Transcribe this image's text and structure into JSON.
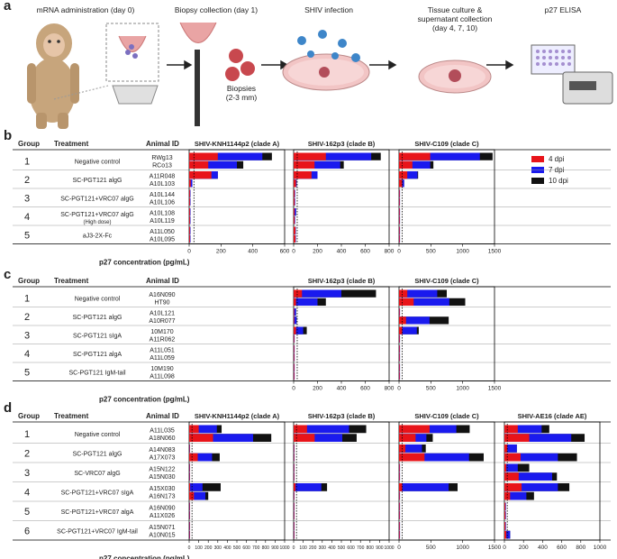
{
  "panel_a": {
    "label": "a",
    "steps": [
      "mRNA administration (day 0)",
      "Biopsy collection (day 1)",
      "SHIV infection",
      "Tissue culture &\nsupernatant collection\n(day 4, 7, 10)",
      "p27 ELISA"
    ],
    "biopsy_note": "Biopsies\n(2-3 mm)"
  },
  "headers": {
    "group": "Group",
    "treatment": "Treatment",
    "animal": "Animal ID"
  },
  "xlabel": "p27 concentration (pg/mL)",
  "legend": [
    {
      "label": "4 dpi",
      "color": "#e8141a"
    },
    {
      "label": "7 dpi",
      "color": "#1a1aee"
    },
    {
      "label": "10 dpi",
      "color": "#111111"
    }
  ],
  "panel_b": {
    "label": "b",
    "rows": [
      {
        "group": "1",
        "treatment": "Negative control",
        "animals": [
          "RWg13",
          "RCo13"
        ]
      },
      {
        "group": "2",
        "treatment": "SC-PGT121 algG",
        "animals": [
          "A11R048",
          "A10L103"
        ]
      },
      {
        "group": "3",
        "treatment": "SC-PGT121+VRC07 algG",
        "animals": [
          "A10L144",
          "A10L106"
        ]
      },
      {
        "group": "4",
        "treatment": "SC-PGT121+VRC07 algG",
        "subtext": "(High dose)",
        "animals": [
          "A10L108",
          "A10L119"
        ]
      },
      {
        "group": "5",
        "treatment": "aJ3-2X-Fc",
        "animals": [
          "A11L050",
          "A10L095"
        ]
      }
    ]
  },
  "panel_c": {
    "label": "c",
    "rows": [
      {
        "group": "1",
        "treatment": "Negative control",
        "animals": [
          "A16N090",
          "HT90"
        ]
      },
      {
        "group": "2",
        "treatment": "SC-PGT121 algG",
        "animals": [
          "A10L121",
          "A10R077"
        ]
      },
      {
        "group": "3",
        "treatment": "SC-PGT121 sIgA",
        "animals": [
          "10M170",
          "A11R062"
        ]
      },
      {
        "group": "4",
        "treatment": "SC-PGT121 algA",
        "animals": [
          "A11L051",
          "A11L059"
        ]
      },
      {
        "group": "5",
        "treatment": "SC-PGT121 IgM-tail",
        "animals": [
          "10M190",
          "A11L098"
        ]
      }
    ]
  },
  "panel_d": {
    "label": "d",
    "rows": [
      {
        "group": "1",
        "treatment": "Negative control",
        "animals": [
          "A11L035",
          "A18N060"
        ]
      },
      {
        "group": "2",
        "treatment": "SC-PGT121 algG",
        "animals": [
          "A14N083",
          "A17X073"
        ]
      },
      {
        "group": "3",
        "treatment": "SC-VRC07 algG",
        "animals": [
          "A15N122",
          "A15N030"
        ]
      },
      {
        "group": "4",
        "treatment": "SC-PGT121+VRC07 sIgA",
        "animals": [
          "A15X030",
          "A16N173"
        ]
      },
      {
        "group": "5",
        "treatment": "SC-PGT121+VRC07 algA",
        "animals": [
          "A16N090",
          "A11X026"
        ]
      },
      {
        "group": "6",
        "treatment": "SC-PGT121+VRC07 IgM-tail",
        "animals": [
          "A15N071",
          "A10N015"
        ]
      }
    ]
  },
  "chart_data": [
    {
      "type": "bar",
      "panel": "b",
      "title": "SHIV-KNH1144p2 (clade A)",
      "xlim": [
        0,
        600
      ],
      "ticks": [
        0,
        200,
        400,
        600
      ],
      "threshold": 30,
      "rows": [
        [
          180,
          460,
          520
        ],
        [
          120,
          300,
          340
        ],
        [
          140,
          180,
          180
        ],
        [
          10,
          20,
          20
        ],
        [
          5,
          8,
          8
        ],
        [
          5,
          8,
          8
        ],
        [
          5,
          8,
          8
        ],
        [
          5,
          8,
          8
        ],
        [
          5,
          8,
          8
        ],
        [
          5,
          8,
          8
        ]
      ]
    },
    {
      "type": "bar",
      "panel": "b",
      "title": "SHIV-162p3 (clade B)",
      "xlim": [
        0,
        800
      ],
      "ticks": [
        0,
        200,
        400,
        600,
        800
      ],
      "threshold": 30,
      "rows": [
        [
          270,
          650,
          730
        ],
        [
          175,
          390,
          420
        ],
        [
          150,
          200,
          200
        ],
        [
          20,
          25,
          25
        ],
        [
          8,
          12,
          12
        ],
        [
          8,
          12,
          12
        ],
        [
          8,
          20,
          20
        ],
        [
          8,
          12,
          12
        ],
        [
          15,
          18,
          18
        ],
        [
          15,
          18,
          18
        ]
      ]
    },
    {
      "type": "bar",
      "panel": "b",
      "title": "SHIV-C109 (clade C)",
      "xlim": [
        0,
        1500
      ],
      "ticks": [
        0,
        500,
        1000,
        1500
      ],
      "threshold": 50,
      "rows": [
        [
          490,
          1270,
          1470
        ],
        [
          210,
          490,
          540
        ],
        [
          130,
          290,
          300
        ],
        [
          50,
          80,
          80
        ],
        [
          10,
          15,
          15
        ],
        [
          10,
          15,
          15
        ],
        [
          10,
          15,
          15
        ],
        [
          10,
          15,
          15
        ],
        [
          10,
          15,
          15
        ],
        [
          10,
          15,
          15
        ]
      ]
    },
    {
      "type": "bar",
      "panel": "c",
      "title": "SHIV-162p3 (clade B)",
      "xlim": [
        0,
        800
      ],
      "ticks": [
        0,
        200,
        400,
        600,
        800
      ],
      "threshold": 30,
      "rows": [
        [
          70,
          400,
          690
        ],
        [
          20,
          200,
          270
        ],
        [
          5,
          20,
          20
        ],
        [
          5,
          25,
          25
        ],
        [
          20,
          80,
          110
        ],
        [
          5,
          8,
          8
        ],
        [
          5,
          8,
          8
        ],
        [
          5,
          8,
          8
        ],
        [
          5,
          8,
          8
        ],
        [
          5,
          8,
          8
        ]
      ]
    },
    {
      "type": "bar",
      "panel": "c",
      "title": "SHIV-C109 (clade C)",
      "xlim": [
        0,
        1500
      ],
      "ticks": [
        0,
        500,
        1000,
        1500
      ],
      "threshold": 50,
      "rows": [
        [
          130,
          600,
          750
        ],
        [
          230,
          790,
          1040
        ],
        [
          10,
          15,
          15
        ],
        [
          110,
          480,
          780
        ],
        [
          50,
          280,
          310
        ],
        [
          10,
          15,
          15
        ],
        [
          10,
          15,
          15
        ],
        [
          10,
          15,
          15
        ],
        [
          10,
          15,
          15
        ],
        [
          10,
          15,
          15
        ]
      ]
    },
    {
      "type": "bar",
      "panel": "d",
      "title": "SHIV-KNH1144p2 (clade A)",
      "xlim": [
        0,
        1000
      ],
      "ticks": [
        0,
        100,
        200,
        300,
        400,
        500,
        600,
        700,
        800,
        900,
        1000
      ],
      "threshold": 30,
      "rows": [
        [
          100,
          290,
          340
        ],
        [
          250,
          670,
          860
        ],
        [
          5,
          8,
          8
        ],
        [
          90,
          240,
          320
        ],
        [
          5,
          8,
          8
        ],
        [
          5,
          8,
          8
        ],
        [
          10,
          140,
          330
        ],
        [
          50,
          170,
          200
        ],
        [
          5,
          8,
          8
        ],
        [
          5,
          8,
          8
        ],
        [
          5,
          8,
          8
        ],
        [
          5,
          8,
          8
        ]
      ]
    },
    {
      "type": "bar",
      "panel": "d",
      "title": "SHIV-162p3 (clade B)",
      "xlim": [
        0,
        1000
      ],
      "ticks": [
        0,
        100,
        200,
        300,
        400,
        500,
        600,
        700,
        800,
        900,
        1000
      ],
      "threshold": 30,
      "rows": [
        [
          140,
          580,
          760
        ],
        [
          220,
          510,
          660
        ],
        [
          5,
          8,
          8
        ],
        [
          5,
          8,
          8
        ],
        [
          5,
          8,
          8
        ],
        [
          5,
          8,
          8
        ],
        [
          20,
          290,
          350
        ],
        [
          5,
          8,
          8
        ],
        [
          5,
          8,
          8
        ],
        [
          5,
          8,
          8
        ],
        [
          5,
          8,
          8
        ],
        [
          5,
          8,
          8
        ]
      ]
    },
    {
      "type": "bar",
      "panel": "d",
      "title": "SHIV-C109 (clade C)",
      "xlim": [
        0,
        1500
      ],
      "ticks": [
        0,
        500,
        1000,
        1500
      ],
      "threshold": 50,
      "rows": [
        [
          480,
          900,
          1110
        ],
        [
          260,
          430,
          530
        ],
        [
          100,
          360,
          420
        ],
        [
          400,
          1100,
          1330
        ],
        [
          10,
          15,
          15
        ],
        [
          10,
          15,
          15
        ],
        [
          50,
          780,
          920
        ],
        [
          10,
          15,
          15
        ],
        [
          10,
          15,
          15
        ],
        [
          10,
          15,
          15
        ],
        [
          10,
          15,
          15
        ],
        [
          10,
          15,
          15
        ]
      ]
    },
    {
      "type": "bar",
      "panel": "d",
      "title": "SHIV-AE16 (clade AE)",
      "xlim": [
        0,
        1000
      ],
      "ticks": [
        0,
        200,
        400,
        600,
        800,
        1000
      ],
      "threshold": 30,
      "rows": [
        [
          140,
          390,
          470
        ],
        [
          260,
          700,
          840
        ],
        [
          30,
          130,
          130
        ],
        [
          170,
          560,
          760
        ],
        [
          20,
          140,
          260
        ],
        [
          150,
          500,
          550
        ],
        [
          180,
          560,
          680
        ],
        [
          60,
          230,
          310
        ],
        [
          10,
          15,
          15
        ],
        [
          10,
          15,
          15
        ],
        [
          10,
          15,
          15
        ],
        [
          20,
          60,
          60
        ]
      ]
    }
  ]
}
